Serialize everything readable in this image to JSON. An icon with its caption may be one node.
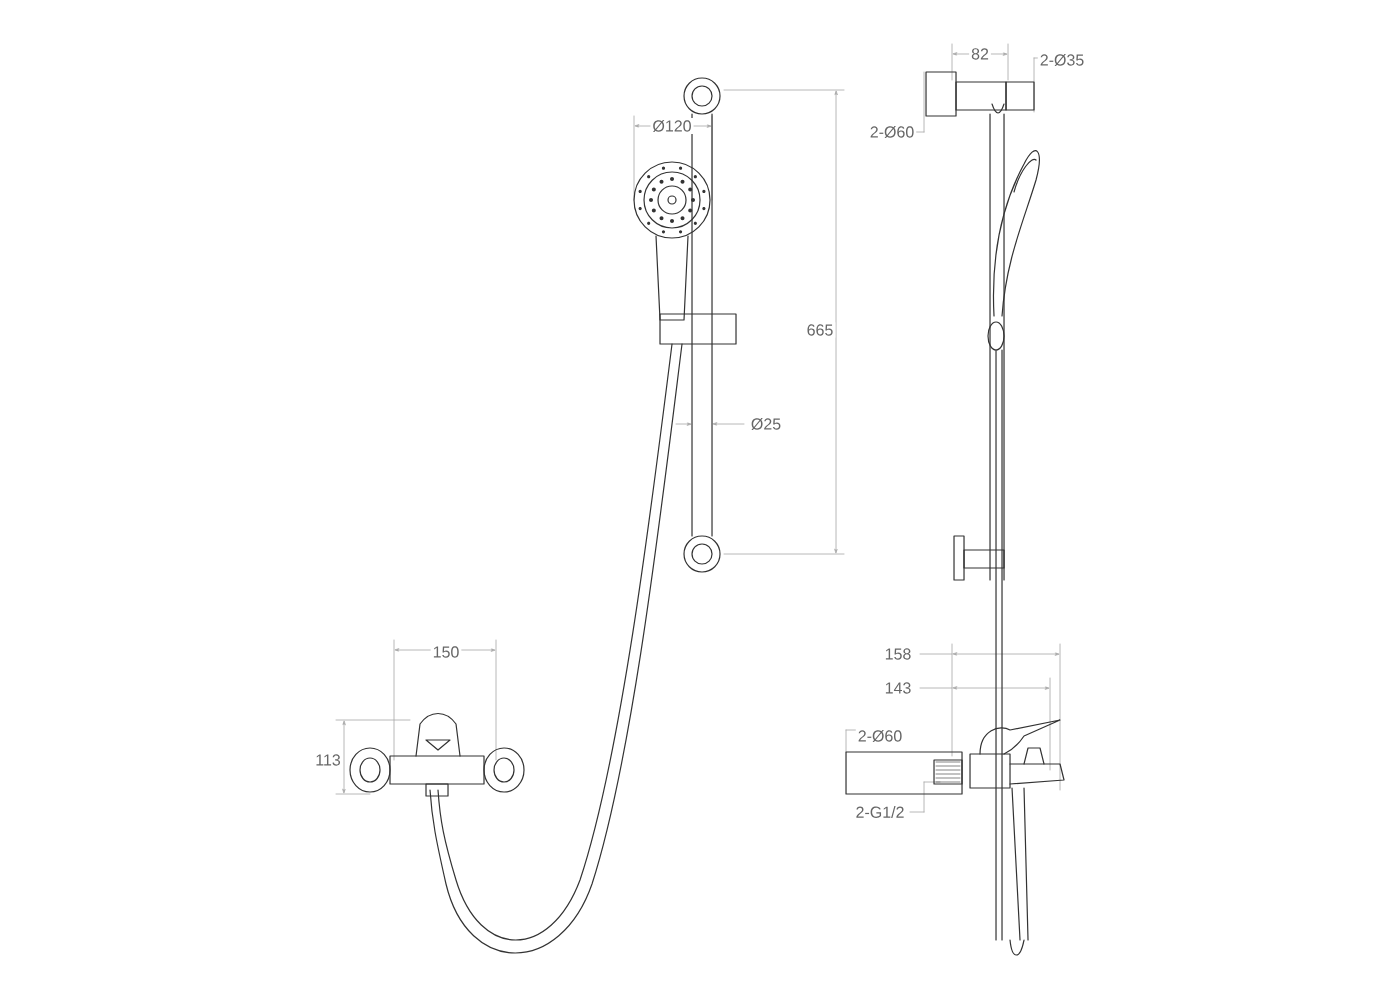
{
  "diagram": {
    "labels": [
      "82",
      "2-Ø35",
      "Ø120",
      "2-Ø60",
      "665",
      "Ø25",
      "158",
      "150",
      "143",
      "2-Ø60",
      "113",
      "2-G1/2"
    ]
  }
}
